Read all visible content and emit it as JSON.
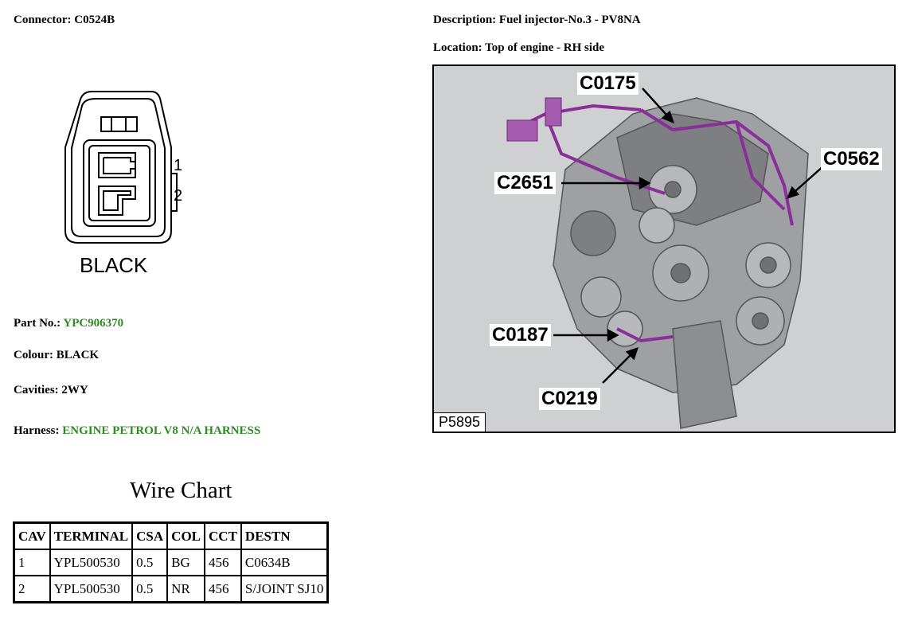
{
  "connector": {
    "label": "Connector:",
    "value": "C0524B"
  },
  "description": {
    "label": "Description:",
    "value": "Fuel injector-No.3 - PV8NA"
  },
  "location": {
    "label": "Location:",
    "value": "Top of engine - RH side"
  },
  "drawing": {
    "pin1": "1",
    "pin2": "2",
    "colour_text": "BLACK"
  },
  "part_no": {
    "label": "Part No.:",
    "value": "YPC906370"
  },
  "colour": {
    "label": "Colour:",
    "value": "BLACK"
  },
  "cavities": {
    "label": "Cavities:",
    "value": "2WY"
  },
  "harness": {
    "label": "Harness:",
    "value": "ENGINE PETROL V8 N/A HARNESS"
  },
  "wire_chart": {
    "title": "Wire Chart",
    "headers": [
      "CAV",
      "TERMINAL",
      "CSA",
      "COL",
      "CCT",
      "DESTN"
    ],
    "rows": [
      [
        "1",
        "YPL500530",
        "0.5",
        "BG",
        "456",
        "C0634B"
      ],
      [
        "2",
        "YPL500530",
        "0.5",
        "NR",
        "456",
        "S/JOINT SJ10"
      ]
    ]
  },
  "figure": {
    "callouts": [
      "C0175",
      "C0562",
      "C2651",
      "C0187",
      "C0219"
    ],
    "figure_id": "P5895"
  },
  "colors": {
    "highlight_green": "#2e8b22",
    "harness_purple": "#8a2f9a"
  }
}
